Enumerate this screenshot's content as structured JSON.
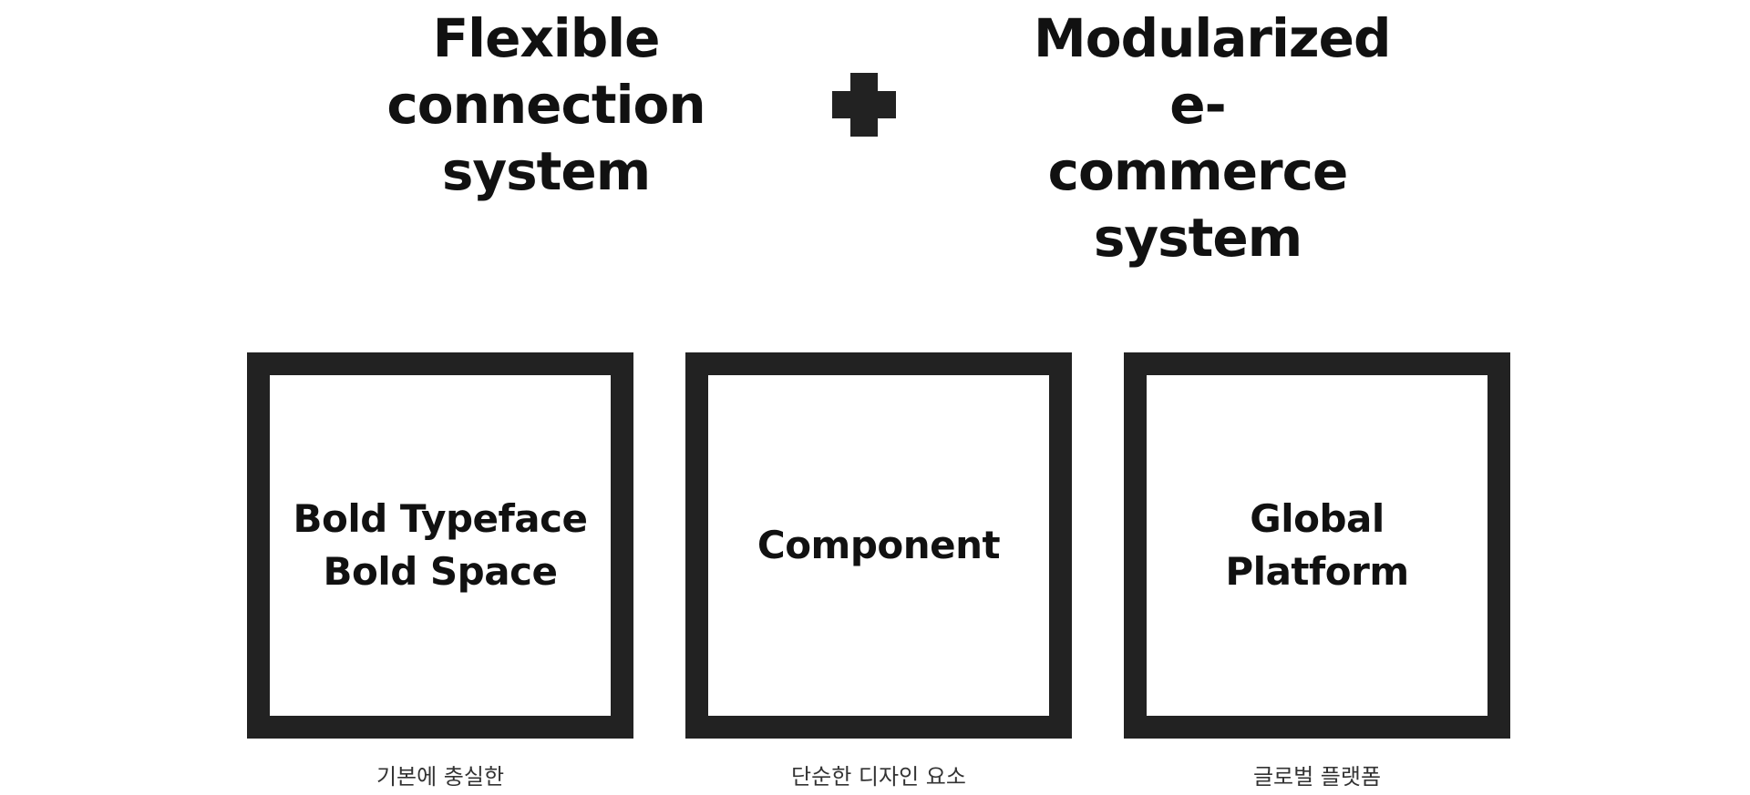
{
  "headlines": {
    "left": "Flexible\nconnection\nsystem",
    "right": "Modularized\ne-commerce\nsystem"
  },
  "operator_icon": "plus-icon",
  "cards": [
    {
      "title": "Bold Typeface\nBold Space",
      "caption": "기본에 충실한"
    },
    {
      "title": "Component",
      "caption": "단순한 디자인 요소"
    },
    {
      "title": "Global\nPlatform",
      "caption": "글로벌 플랫폼"
    }
  ],
  "colors": {
    "text": "#111111",
    "frame": "#222222",
    "caption": "#333333",
    "background": "#ffffff"
  }
}
